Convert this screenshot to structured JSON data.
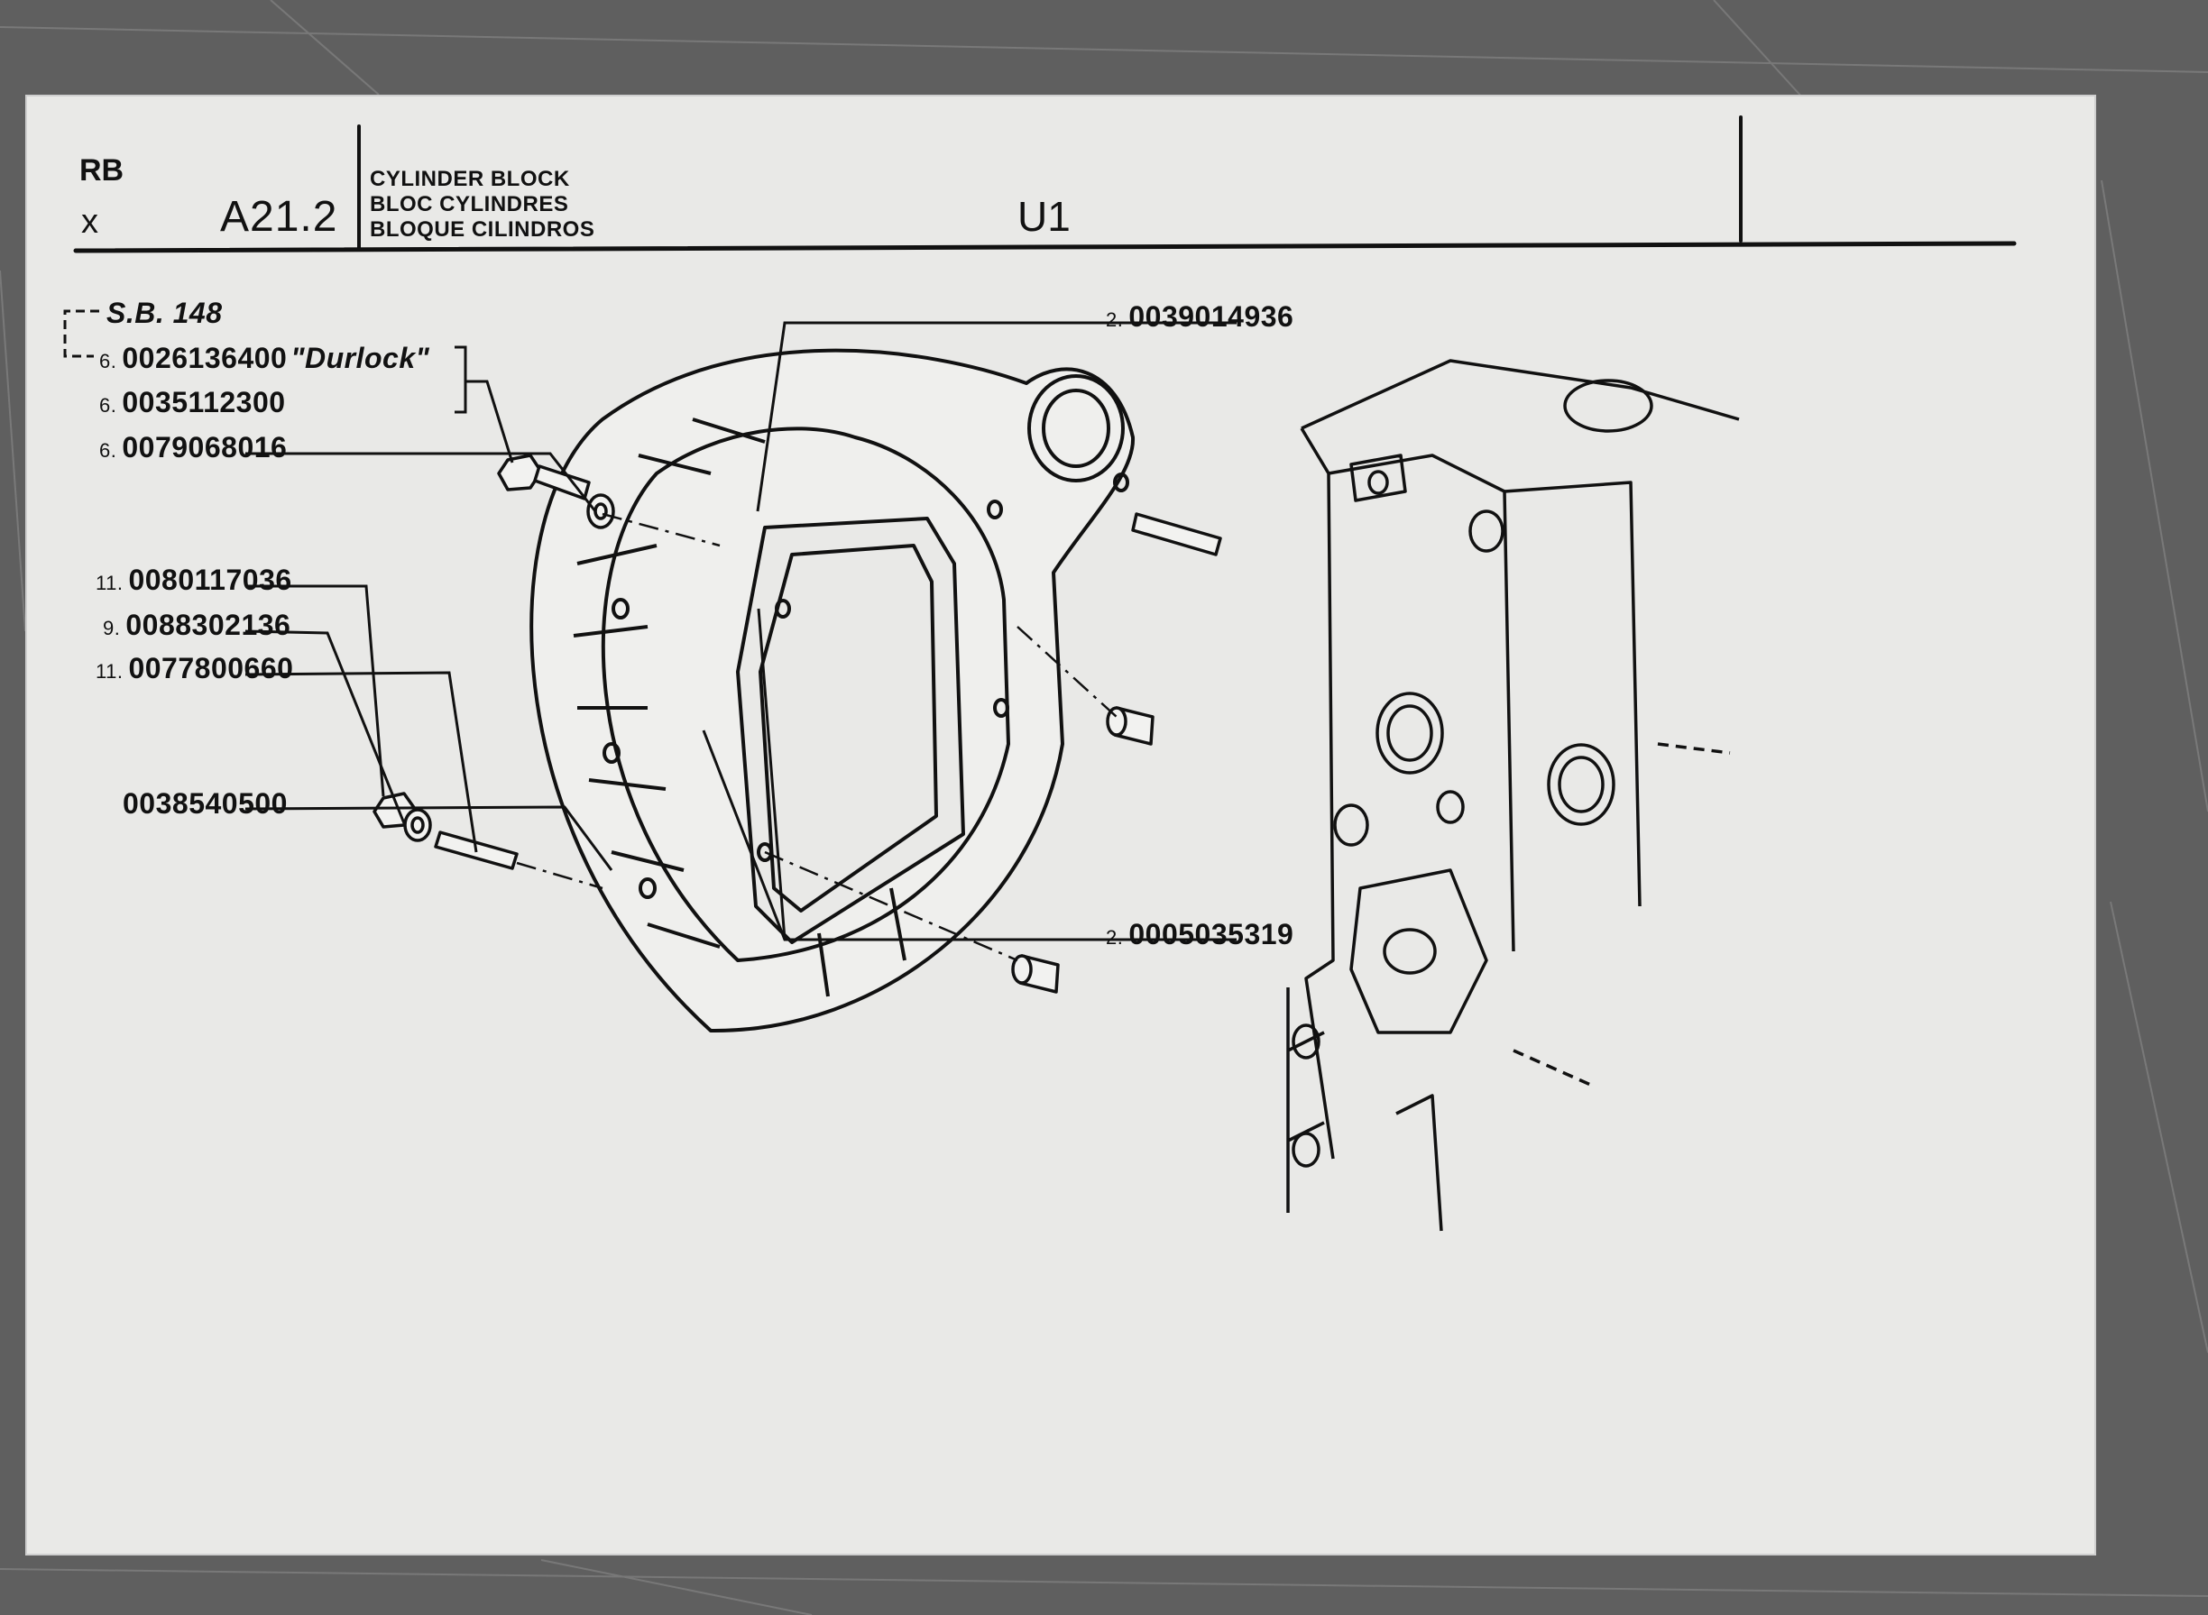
{
  "header": {
    "rb": "RB",
    "x": "x",
    "code": "A21.2",
    "titles": [
      "CYLINDER BLOCK",
      "BLOC CYLINDRES",
      "BLOQUE CILINDROS"
    ],
    "group": "U1"
  },
  "callouts": {
    "sb": "S.B. 148",
    "durlock": {
      "qty": "6.",
      "part": "0026136400",
      "note": "\"Durlock\""
    },
    "screw": {
      "qty": "6.",
      "part": "0035112300"
    },
    "washer_top": {
      "qty": "6.",
      "part": "0079068016"
    },
    "nut": {
      "qty": "11.",
      "part": "0080117036"
    },
    "washer_low": {
      "qty": "9.",
      "part": "0088302136"
    },
    "stud_low": {
      "qty": "11.",
      "part": "0077800660"
    },
    "housing": {
      "part": "0038540500"
    },
    "stud_top": {
      "qty": "2.",
      "part": "0039014936"
    },
    "dowel": {
      "qty": "2.",
      "part": "0005035319"
    }
  },
  "colors": {
    "ink": "#111111",
    "paper": "#e9e9e7",
    "surround": "#5f5f5f"
  }
}
